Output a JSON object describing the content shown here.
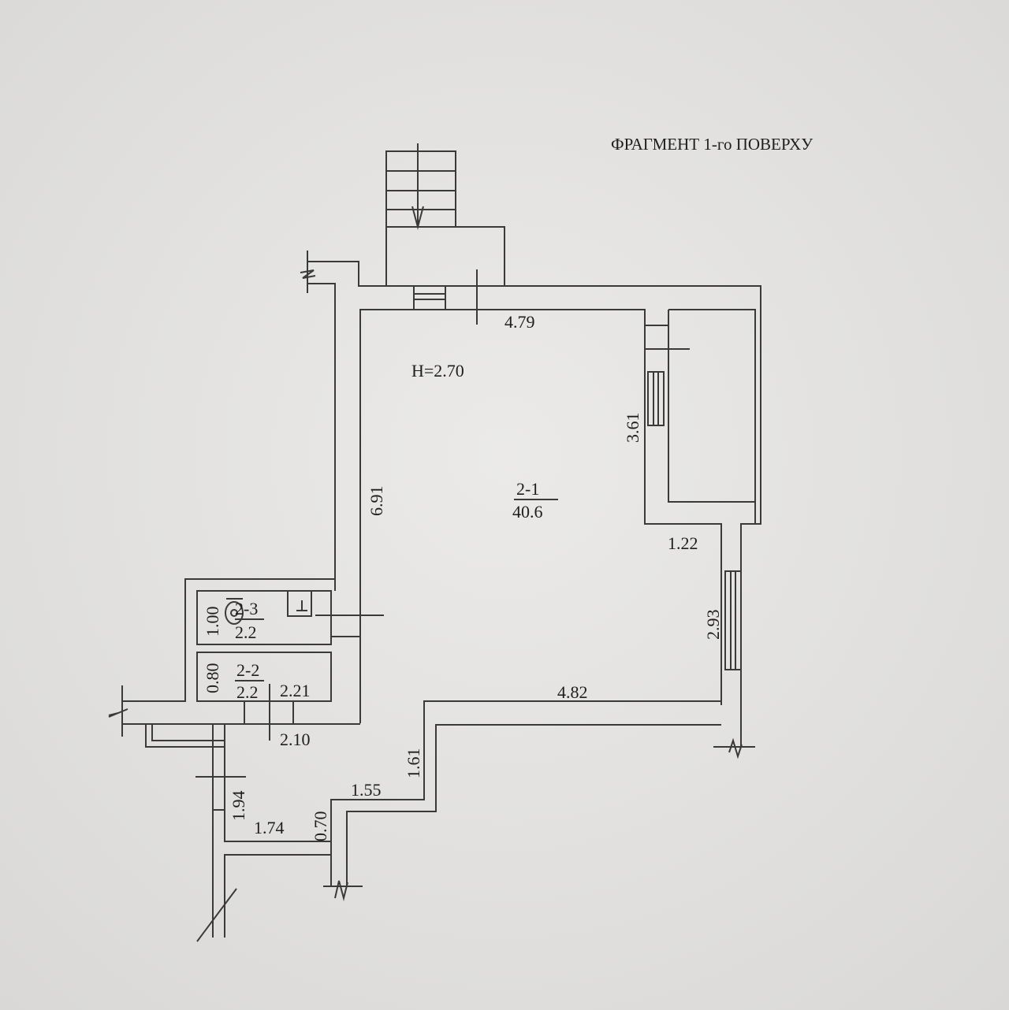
{
  "title": "ФРАГМЕНТ 1-го ПОВЕРХУ",
  "ceiling_height": "H=2.70",
  "rooms": [
    {
      "id": "2-1",
      "area": "40.6"
    },
    {
      "id": "2-2",
      "area": "2.2"
    },
    {
      "id": "2-3",
      "area": "2.2"
    }
  ],
  "dimensions": {
    "top": "4.79",
    "right_upper": "3.61",
    "left": "6.91",
    "right_step": "1.22",
    "right_lower": "2.93",
    "bottom": "4.82",
    "wc_height": "1.00",
    "storage_height": "0.80",
    "storage_width": "2.21",
    "corridor_width": "2.10",
    "step_vertical": "1.61",
    "step_horizontal": "1.55",
    "hall_height": "1.94",
    "hall_width": "1.74",
    "hall_step": "0.70"
  }
}
